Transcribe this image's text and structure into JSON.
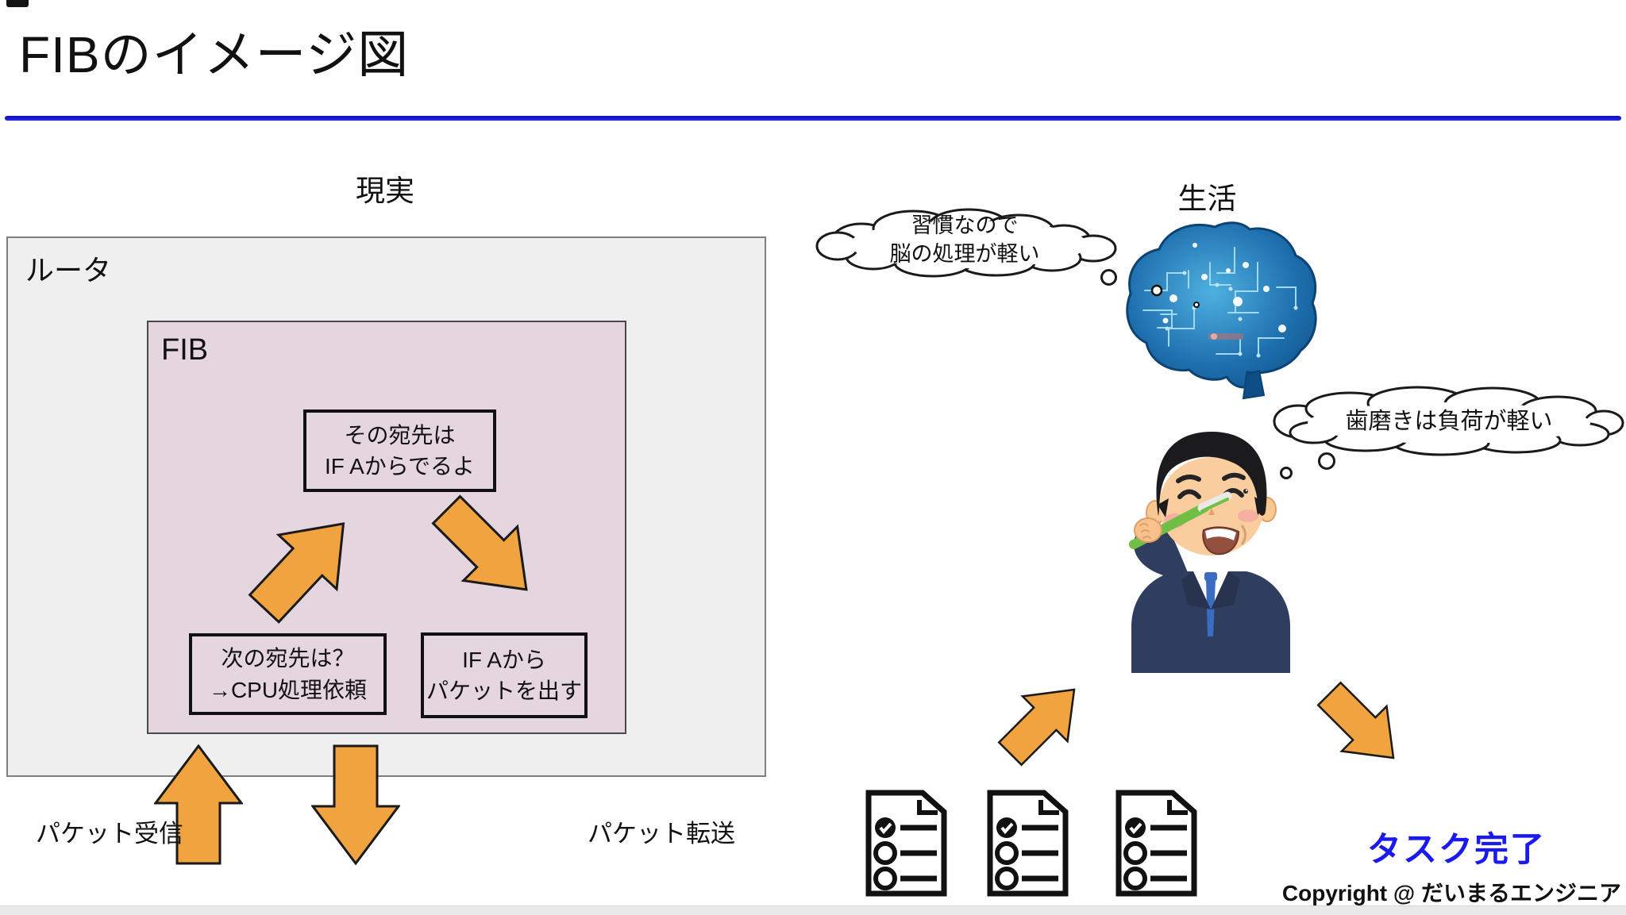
{
  "title": "FIBのイメージ図",
  "reality": {
    "section_label": "現実",
    "router_label": "ルータ",
    "fib_label": "FIB",
    "node_destination": "その宛先は\nIF Aからでるよ",
    "node_next_hop": "次の宛先は？\n→CPU処理依頼",
    "node_output": "IF Aから\nパケットを出す",
    "packet_receive_label": "パケット受信",
    "packet_forward_label": "パケット転送"
  },
  "life": {
    "section_label": "生活",
    "thought_brain": "習慣なので\n脳の処理が軽い",
    "thought_toothbrush": "歯磨きは負荷が軽い",
    "task_done_label": "タスク完了"
  },
  "footer": {
    "copyright": "Copyright @ だいまるエンジニア"
  },
  "colors": {
    "arrow_orange": "#F0A33E",
    "arrow_outline": "#1A1A1A",
    "title_rule_blue": "#1E1EDE",
    "task_done_blue": "#1A1AF0",
    "router_fill": "#EFEFEF",
    "fib_fill": "#E4D5DE",
    "brain_blue": "#1B6FAE"
  },
  "icons": {
    "brain": "circuit-brain-icon",
    "person": "toothbrushing-person-icon",
    "documents": "checklist-doc-icon",
    "arrows": [
      "up-arrow-icon",
      "down-arrow-icon",
      "ne-arrow-icon",
      "se-arrow-icon"
    ]
  }
}
